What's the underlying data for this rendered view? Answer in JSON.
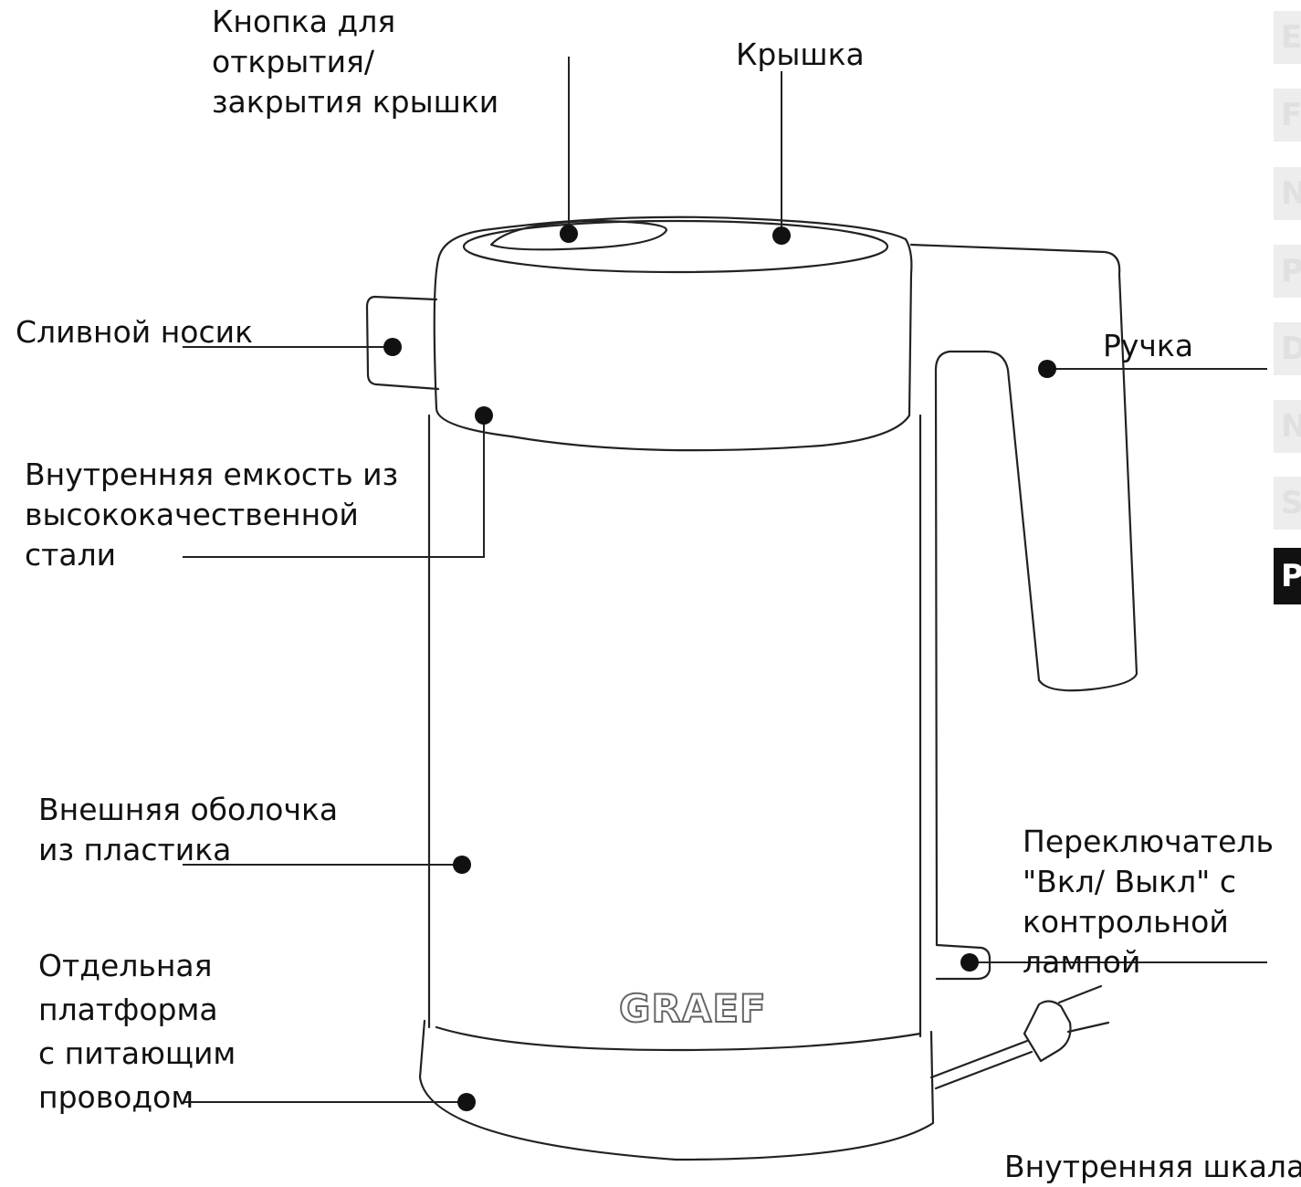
{
  "labels": {
    "lid_button": [
      "Кнопка для",
      "открытия/",
      "закрытия крышки"
    ],
    "lid": [
      "Крышка"
    ],
    "spout": [
      "Сливной носик"
    ],
    "handle": [
      "Ручка"
    ],
    "inner_container": [
      "Внутренняя емкость из",
      "высококачественной",
      "стали"
    ],
    "outer_shell": [
      "Внешняя оболочка",
      "из пластика"
    ],
    "switch": [
      "Переключатель",
      "\"Вкл/ Выкл\" с",
      "контрольной",
      "лампой"
    ],
    "base": [
      "Отдельная",
      "платформа",
      "с питающим",
      "проводом"
    ],
    "inner_scale": [
      "Внутренняя шкала"
    ]
  },
  "logo_text": "GRAEF",
  "language_tabs": [
    {
      "code": "E",
      "active": false
    },
    {
      "code": "F",
      "active": false
    },
    {
      "code": "N",
      "active": false
    },
    {
      "code": "P",
      "active": false
    },
    {
      "code": "D",
      "active": false
    },
    {
      "code": "N",
      "active": false
    },
    {
      "code": "S",
      "active": false
    },
    {
      "code": "P",
      "active": true
    }
  ],
  "colors": {
    "line": "#111111",
    "tab_inactive": "#ededed",
    "tab_active": "#111111"
  }
}
